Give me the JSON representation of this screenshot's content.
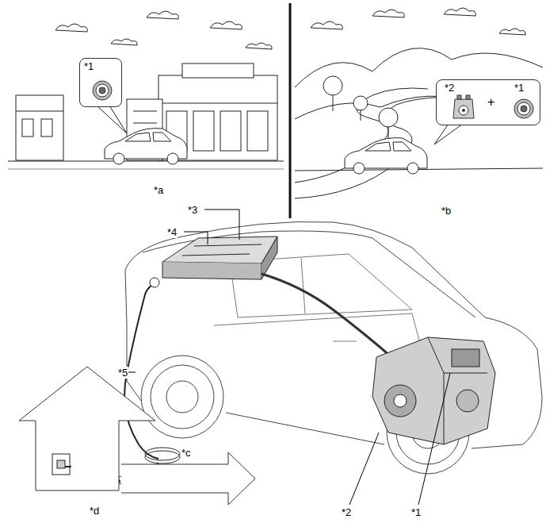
{
  "diagram": {
    "nodes": [
      {
        "text": [
          "*1"
        ]
      },
      {
        "text": [
          "*2",
          "+",
          "*1"
        ]
      }
    ],
    "labels": [
      "*a",
      "*b",
      "*3",
      "*4",
      "*5",
      "*c",
      "*d",
      "*2",
      "*1"
    ]
  }
}
